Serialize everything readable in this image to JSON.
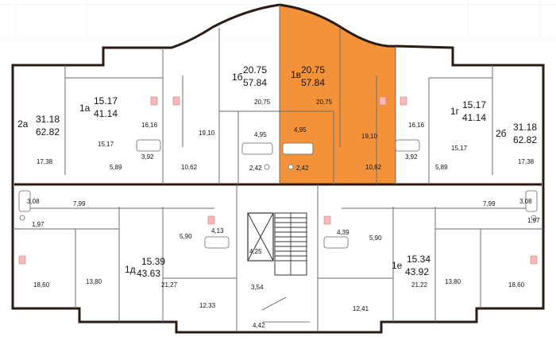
{
  "highlight_color": "#F4923A",
  "apartments": [
    {
      "id": "2a",
      "code": "2а",
      "living": "31.18",
      "total": "62.82"
    },
    {
      "id": "1a",
      "code": "1а",
      "living": "15.17",
      "total": "41.14"
    },
    {
      "id": "1b",
      "code": "1б",
      "living": "20.75",
      "total": "57.84"
    },
    {
      "id": "1v",
      "code": "1в",
      "living": "20.75",
      "total": "57.84",
      "highlighted": true
    },
    {
      "id": "1g",
      "code": "1г",
      "living": "15.17",
      "total": "41.14"
    },
    {
      "id": "2b",
      "code": "2б",
      "living": "31.18",
      "total": "62.82"
    },
    {
      "id": "1d",
      "code": "1д",
      "living": "15.39",
      "total": "43.63"
    },
    {
      "id": "1e",
      "code": "1е",
      "living": "15.34",
      "total": "43.92"
    }
  ],
  "room_areas": {
    "r2075a": "20,75",
    "r2075b": "20,75",
    "r1910a": "19,10",
    "r1910b": "19,10",
    "r495a": "4,95",
    "r495b": "4,95",
    "r242a": "2,42",
    "r242b": "2,42",
    "r1062a": "10,62",
    "r1062b": "10,62",
    "r1616a": "16,16",
    "r1616b": "16,16",
    "r1517a": "15,17",
    "r1517b": "15,17",
    "r392a": "3,92",
    "r392b": "3,92",
    "r589a": "5,89",
    "r589b": "5,89",
    "r1738a": "17,38",
    "r1738b": "17,38",
    "r308a": "3,08",
    "r308b": "3,08",
    "r197a": "1,97",
    "r197b": "1,97",
    "r799a": "7,99",
    "r799b": "7,99",
    "r1860a": "18,60",
    "r1860b": "18,60",
    "r1380a": "13,80",
    "r1380b": "13,80",
    "r590a": "5,90",
    "r590b": "5,90",
    "r413": "4,13",
    "r439": "4,39",
    "r2127": "21,27",
    "r2122": "21,22",
    "r1233": "12,33",
    "r1241": "12,41",
    "r425": "4,25",
    "r354": "3,54",
    "r442": "4,42"
  }
}
